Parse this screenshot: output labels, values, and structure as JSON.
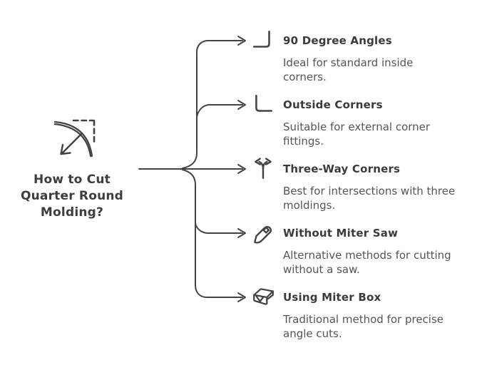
{
  "central": {
    "title": "How to Cut\nQuarter Round\nMolding?",
    "icon": "quarter-round-cut-icon"
  },
  "branches": [
    {
      "title": "90 Degree Angles",
      "description": "Ideal for standard inside corners.",
      "icon": "inside-corner-icon"
    },
    {
      "title": "Outside Corners",
      "description": "Suitable for external corner fittings.",
      "icon": "outside-corner-icon"
    },
    {
      "title": "Three-Way Corners",
      "description": "Best for intersections with three moldings.",
      "icon": "three-way-junction-icon"
    },
    {
      "title": "Without Miter Saw",
      "description": "Alternative methods for cutting without a saw.",
      "icon": "utility-knife-icon"
    },
    {
      "title": "Using Miter Box",
      "description": "Traditional method for precise angle cuts.",
      "icon": "miter-box-icon"
    }
  ],
  "colors": {
    "ink": "#3d3d3d",
    "muted": "#55555a",
    "line": "#434347",
    "background": "#ffffff"
  }
}
